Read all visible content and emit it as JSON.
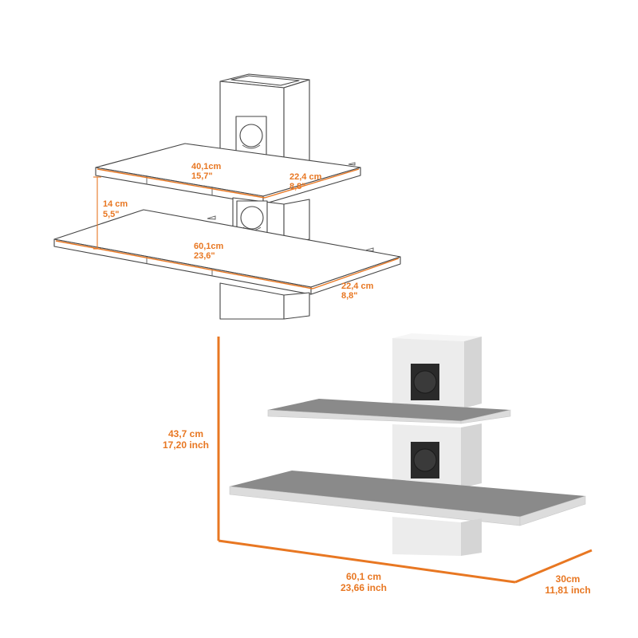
{
  "diagram": {
    "colors": {
      "accent": "#e87722",
      "line": "#444444",
      "shelf_top": "#8a8a8a",
      "shelf_front": "#dcdcdc",
      "panel": "#ececec",
      "vent": "#2a2a2a"
    },
    "top_view": {
      "upper_shelf_width": {
        "cm": "40,1cm",
        "inch": "15,7\""
      },
      "upper_shelf_depth": {
        "cm": "22,4 cm",
        "inch": "8,8\""
      },
      "shelf_gap": {
        "cm": "14 cm",
        "inch": "5,5\""
      },
      "lower_shelf_width": {
        "cm": "60,1cm",
        "inch": "23,6\""
      },
      "lower_shelf_depth": {
        "cm": "22,4 cm",
        "inch": "8,8\""
      }
    },
    "product_view": {
      "height": {
        "cm": "43,7 cm",
        "inch": "17,20 inch"
      },
      "width": {
        "cm": "60,1 cm",
        "inch": "23,66 inch"
      },
      "depth": {
        "cm": "30cm",
        "inch": "11,81 inch"
      }
    }
  }
}
